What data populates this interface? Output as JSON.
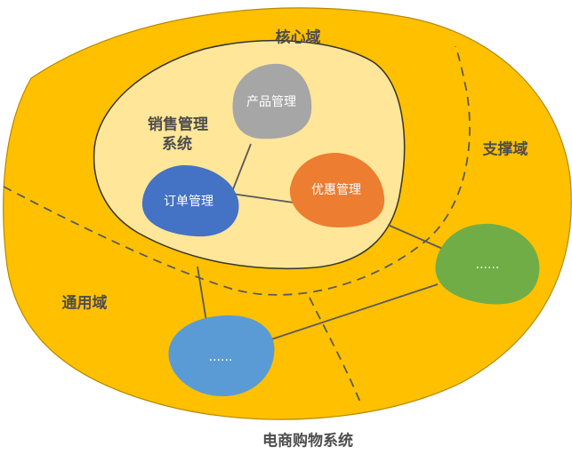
{
  "diagram": {
    "system_label": "电商购物系统",
    "domains": {
      "core": "核心域",
      "support": "支撑域",
      "generic": "通用域"
    },
    "subsystem_label_line1": "销售管理",
    "subsystem_label_line2": "系统",
    "nodes": {
      "product": "产品管理",
      "order": "订单管理",
      "promo": "优惠管理",
      "support_placeholder": "......",
      "generic_placeholder": "......"
    },
    "colors": {
      "outer_fill": "#FFC000",
      "outer_stroke": "#B58A00",
      "inner_fill": "#FFE699",
      "product_fill": "#A6A6A6",
      "order_fill": "#4472C4",
      "promo_fill": "#ED7D31",
      "support_node_fill": "#70AD47",
      "generic_node_fill": "#5B9BD5",
      "label_text": "#4D4D4D",
      "line": "#595959"
    }
  }
}
